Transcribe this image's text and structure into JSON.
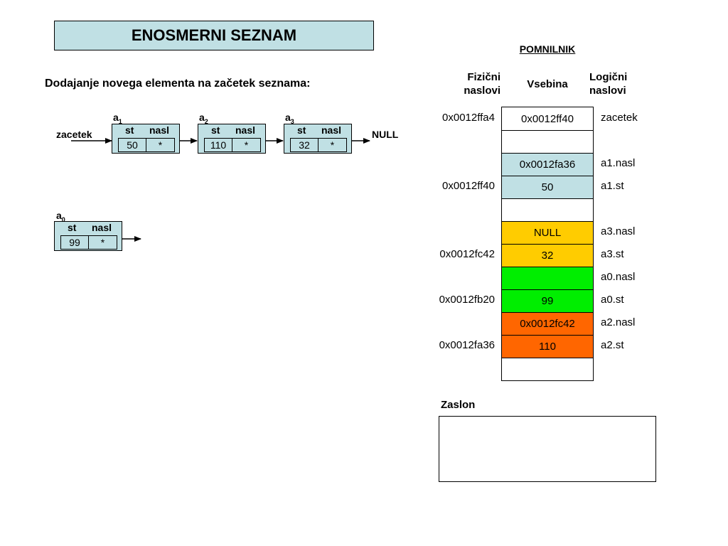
{
  "title": "ENOSMERNI SEZNAM",
  "subtitle": "Dodajanje novega elementa na začetek seznama:",
  "diagram": {
    "head_pointer": "zacetek",
    "null_label": "NULL",
    "field_st": "st",
    "field_nasl": "nasl",
    "nodes": [
      {
        "name": "a",
        "sub": "1",
        "value": "50",
        "pointer": "*"
      },
      {
        "name": "a",
        "sub": "2",
        "value": "110",
        "pointer": "*"
      },
      {
        "name": "a",
        "sub": "3",
        "value": "32",
        "pointer": "*"
      },
      {
        "name": "a",
        "sub": "0",
        "value": "99",
        "pointer": "*"
      }
    ]
  },
  "memory": {
    "title": "POMNILNIK",
    "col_physical": [
      "Fizični",
      "naslovi"
    ],
    "col_content": "Vsebina",
    "col_logical": [
      "Logični",
      "naslovi"
    ],
    "rows": [
      {
        "physical": "0x0012ffa4",
        "content": "0x0012ff40",
        "logical": "zacetek",
        "color": "#ffffff"
      },
      {
        "physical": "",
        "content": "",
        "logical": "",
        "color": "#ffffff"
      },
      {
        "physical": "",
        "content": "0x0012fa36",
        "logical": "a1.nasl",
        "color": "#c0e0e4"
      },
      {
        "physical": "0x0012ff40",
        "content": "50",
        "logical": "a1.st",
        "color": "#c0e0e4"
      },
      {
        "physical": "",
        "content": "",
        "logical": "",
        "color": "#ffffff"
      },
      {
        "physical": "",
        "content": "NULL",
        "logical": "a3.nasl",
        "color": "#ffcc00"
      },
      {
        "physical": "0x0012fc42",
        "content": "32",
        "logical": "a3.st",
        "color": "#ffcc00"
      },
      {
        "physical": "",
        "content": "",
        "logical": "a0.nasl",
        "color": "#00ee00"
      },
      {
        "physical": "0x0012fb20",
        "content": "99",
        "logical": "a0.st",
        "color": "#00ee00"
      },
      {
        "physical": "",
        "content": "0x0012fc42",
        "logical": "a2.nasl",
        "color": "#ff6600"
      },
      {
        "physical": "0x0012fa36",
        "content": "110",
        "logical": "a2.st",
        "color": "#ff6600"
      },
      {
        "physical": "",
        "content": "",
        "logical": "",
        "color": "#ffffff"
      }
    ]
  },
  "screen": {
    "label": "Zaslon"
  }
}
